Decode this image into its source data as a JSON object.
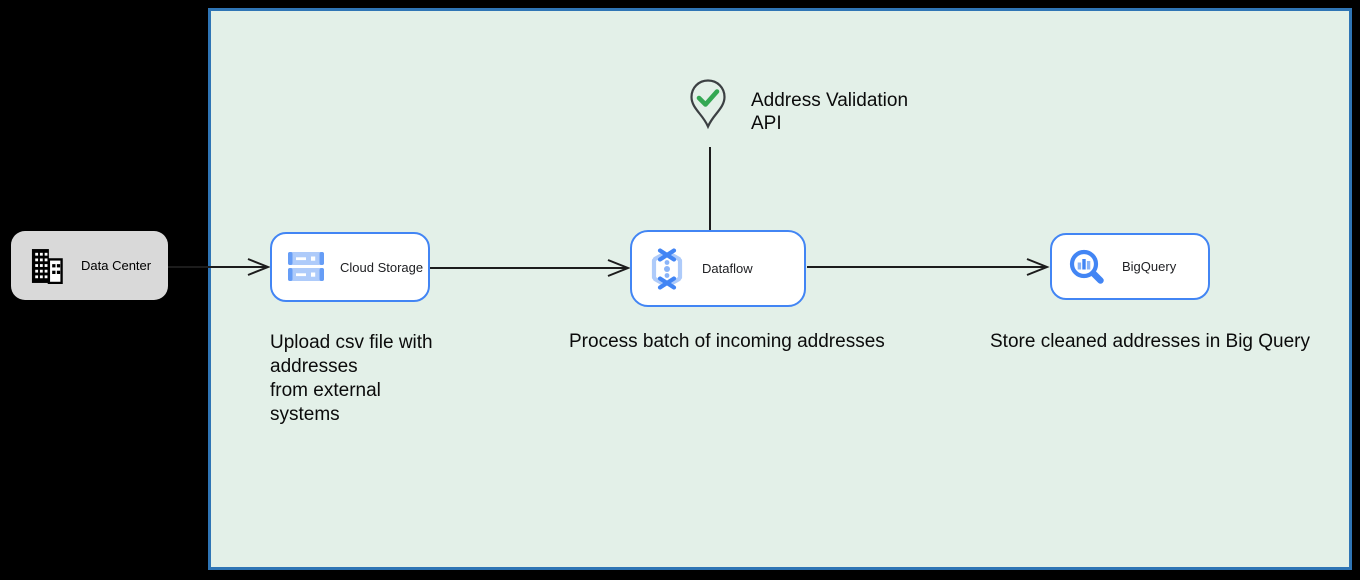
{
  "diagram": {
    "nodes": {
      "data_center": {
        "label": "Data Center"
      },
      "cloud_storage": {
        "label": "Cloud Storage"
      },
      "dataflow": {
        "label": "Dataflow"
      },
      "bigquery": {
        "label": "BigQuery"
      },
      "address_validation": {
        "line1": "Address Validation",
        "line2": "API"
      }
    },
    "annotations": {
      "upload": {
        "line1": "Upload csv file with",
        "line2": "addresses",
        "line3": "from external",
        "line4": "systems"
      },
      "process": "Process batch of incoming addresses",
      "store": "Store cleaned addresses in Big Query"
    },
    "colors": {
      "canvas_bg": "#000000",
      "boundary_fill": "#e3f0e8",
      "boundary_border": "#2f75b5",
      "node_border": "#4285f4",
      "node_fill": "#ffffff",
      "data_center_fill": "#d9d9d9",
      "icon_blue": "#4285f4",
      "icon_blue_mid": "#669df6",
      "icon_blue_light": "#aecbfa",
      "check_green": "#34a853",
      "pin_outline": "#3c4043",
      "connector": "#1c1c1c",
      "text": "#0b0b0b"
    }
  }
}
